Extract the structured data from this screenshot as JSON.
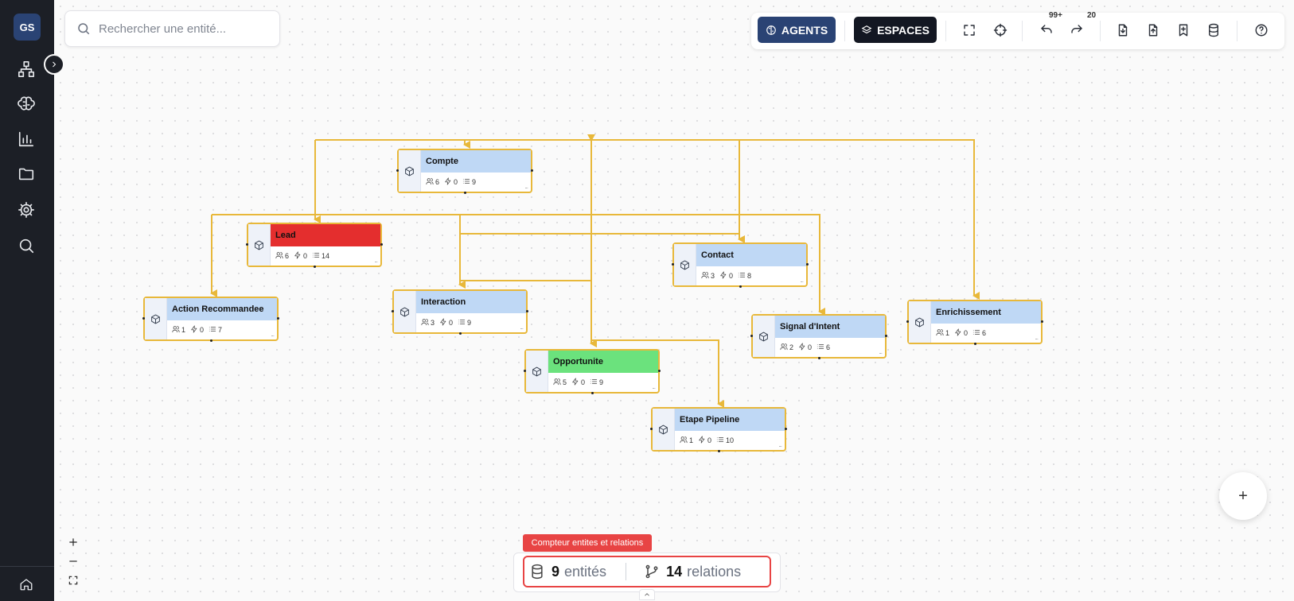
{
  "sidebar": {
    "avatar_initials": "GS",
    "items": [
      {
        "name": "sidebar-item-schema",
        "icon": "hierarchy-icon"
      },
      {
        "name": "sidebar-item-agents",
        "icon": "brain-icon"
      },
      {
        "name": "sidebar-item-analytics",
        "icon": "bar-chart-icon"
      },
      {
        "name": "sidebar-item-folders",
        "icon": "folder-icon"
      },
      {
        "name": "sidebar-item-settings",
        "icon": "gear-icon"
      },
      {
        "name": "sidebar-item-search",
        "icon": "search-icon"
      }
    ],
    "bottom_icon": "home-icon"
  },
  "search": {
    "placeholder": "Rechercher une entité..."
  },
  "toolbar": {
    "agents_label": "AGENTS",
    "spaces_label": "ESPACES",
    "undo_count": "99+",
    "redo_count": "20",
    "agents_color": "#2a4374",
    "spaces_color": "#131722"
  },
  "entities": [
    {
      "id": "compte",
      "name": "Compte",
      "users": "6",
      "triggers": "0",
      "fields": "9",
      "style": "blue"
    },
    {
      "id": "lead",
      "name": "Lead",
      "users": "6",
      "triggers": "0",
      "fields": "14",
      "style": "red"
    },
    {
      "id": "contact",
      "name": "Contact",
      "users": "3",
      "triggers": "0",
      "fields": "8",
      "style": "blue"
    },
    {
      "id": "action",
      "name": "Action Recommandee",
      "users": "1",
      "triggers": "0",
      "fields": "7",
      "style": "blue"
    },
    {
      "id": "interaction",
      "name": "Interaction",
      "users": "3",
      "triggers": "0",
      "fields": "9",
      "style": "blue"
    },
    {
      "id": "signal",
      "name": "Signal d'Intent",
      "users": "2",
      "triggers": "0",
      "fields": "6",
      "style": "blue"
    },
    {
      "id": "enrichissement",
      "name": "Enrichissement",
      "users": "1",
      "triggers": "0",
      "fields": "6",
      "style": "blue"
    },
    {
      "id": "opportunite",
      "name": "Opportunite",
      "users": "5",
      "triggers": "0",
      "fields": "9",
      "style": "green"
    },
    {
      "id": "etape",
      "name": "Etape Pipeline",
      "users": "1",
      "triggers": "0",
      "fields": "10",
      "style": "blue"
    }
  ],
  "counter": {
    "tag_label": "Compteur entites et relations",
    "entities_count": "9",
    "entities_label": "entités",
    "relations_count": "14",
    "relations_label": "relations"
  },
  "fab_label": "+",
  "colors": {
    "edge": "#e8b83a",
    "highlight": "#e84444"
  }
}
